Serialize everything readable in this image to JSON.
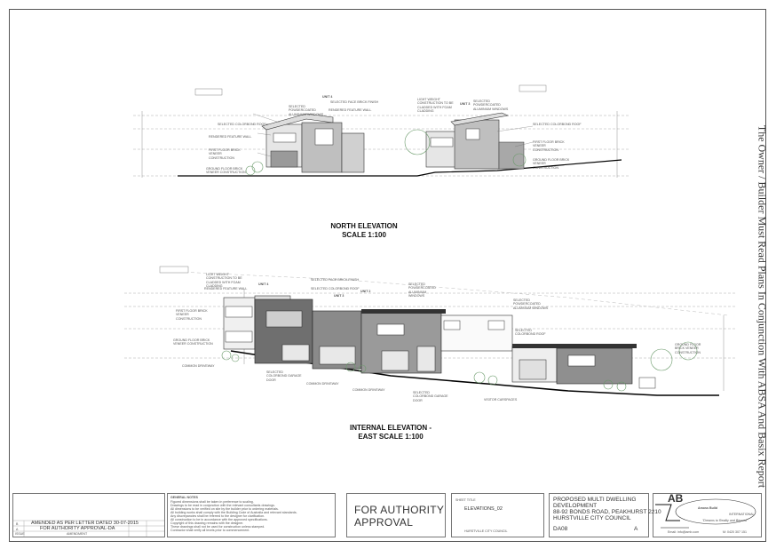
{
  "north": {
    "title": "NORTH ELEVATION",
    "scale": "SCALE 1:100",
    "labels": [
      "SELECTED COLORBOND ROOF",
      "RENDERED FEATURE WALL",
      "SELECTED POWDERCOATED ALUMINIUM WINDOWS",
      "SELECTED FACE BRICK FINISH",
      "RENDERED FEATURE WALL",
      "LIGHT WEIGHT CONSTRUCTION TO BE CLADDED WITH FOAM CLADDING",
      "SELECTED POWDERCOATED ALUMINIUM WINDOWS",
      "SELECTED COLORBOND ROOF",
      "FIRST FLOOR BRICK VENEER CONSTRUCTION",
      "GROUND FLOOR BRICK VENEER CONSTRUCTION",
      "FIRST FLOOR BRICK VENEER CONSTRUCTION",
      "GROUND FLOOR BRICK VENEER CONSTRUCTION"
    ],
    "unit_tags": [
      "UNIT 4",
      "UNIT 3"
    ]
  },
  "east": {
    "title": "INTERNAL ELEVATION -",
    "scale": "EAST SCALE 1:100",
    "labels": [
      "LIGHT WEIGHT CONSTRUCTION TO BE CLADDED WITH FOAM CLADDING",
      "RENDERED FEATURE WALL",
      "SELECTED FACE BRICK FINISH",
      "SELECTED COLORBOND ROOF",
      "SELECTED POWDERCOATED ALUMINIUM WINDOWS",
      "FIRST FLOOR BRICK VENEER CONSTRUCTION",
      "GROUND FLOOR BRICK VENEER CONSTRUCTION",
      "COMMON DRIVEWAY",
      "SELECTED COLORBOND GARAGE DOOR",
      "COMMON DRIVEWAY",
      "COMMON DRIVEWAY",
      "SELECTED COLORBOND GARAGE DOOR",
      "SELECTED POWDERCOATED ALUMINIUM WINDOWS",
      "SELECTED COLORBOND ROOF",
      "GROUND FLOOR BRICK VENEER CONSTRUCTION",
      "VISITOR CARSPACES"
    ],
    "unit_tags": [
      "UNIT 4",
      "UNIT 3",
      "UNIT 2"
    ]
  },
  "side_note": "The Owner / Builder Must Read Plans In Conjunction With ABSA And Basix Report",
  "revisions": {
    "rows": [
      {
        "rev": "B",
        "desc": "AMENDED AS PER LETTER DATED 30-07-2015",
        "date": "",
        "by": ""
      },
      {
        "rev": "A",
        "desc": "FOR AUTHORITY APPROVAL-DA",
        "date": "",
        "by": ""
      }
    ],
    "header_issue": "ISSUE",
    "header_amendment": "AMENDMENT"
  },
  "general_notes": {
    "heading": "GENERAL NOTES",
    "lines": [
      "Figured dimensions shall be taken in preference to scaling.",
      "Drawings to be read in conjunction with the relevant consultants drawings.",
      "All dimensions to be verified on site by the builder prior to ordering materials.",
      "All building works shall comply with the Building Code of Australia and relevant standards.",
      "Any discrepancies shall be referred to the designer for clarification.",
      "All construction to be in accordance with the approved specifications.",
      "Copyright of this drawing remains with the designer.",
      "These drawings shall not be used for construction unless stamped.",
      "Contractor shall verify all levels prior to commencement."
    ]
  },
  "stamp": {
    "line1": "FOR AUTHORITY",
    "line2": "APPROVAL"
  },
  "sheet": {
    "title_label": "SHEET TITLE",
    "title": "ELEVATIONS_02",
    "lga": "HURSTVILLE CITY COUNCIL"
  },
  "project": {
    "line1": "PROPOSED MULTI DWELLING",
    "line2": "DEVELOPMENT",
    "line3": "88-92 BONDS ROAD, PEAKHURST 2210",
    "line4": "HURSTVILLE CITY COUNCIL",
    "dwg_no": "DA08",
    "rev": "A"
  },
  "logo": {
    "letters": "AB",
    "name": "Amoss Build",
    "sub": "INTERNATIONAL",
    "tagline": "\"Dreams to Reality and Beyond\"",
    "email": "Email: info@amb.com",
    "phone": "M: 0420 307 151"
  }
}
